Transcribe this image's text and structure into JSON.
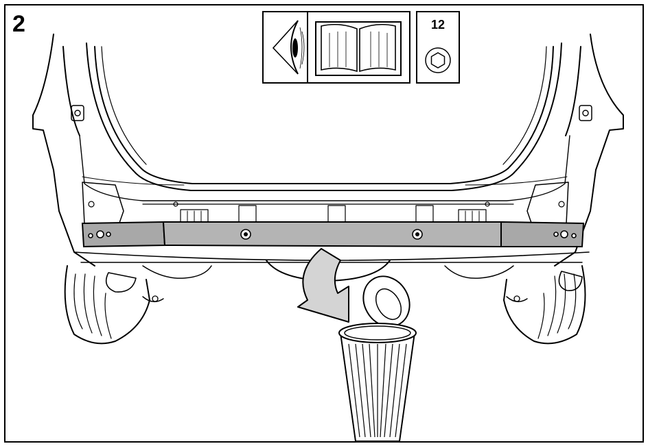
{
  "step": {
    "number": "2"
  },
  "instructions_icons": [
    {
      "icon": "eye-icon",
      "meaning": "inspect"
    },
    {
      "icon": "book-icon",
      "meaning": "manual"
    }
  ],
  "tool": {
    "icon": "hex-socket-icon",
    "size_label": "12"
  },
  "illustration": {
    "subject": "vehicle-rear-underside",
    "highlighted_part_color": "#a8a8a8",
    "arrow_color": "#d4d4d4",
    "line_color": "#000000"
  }
}
